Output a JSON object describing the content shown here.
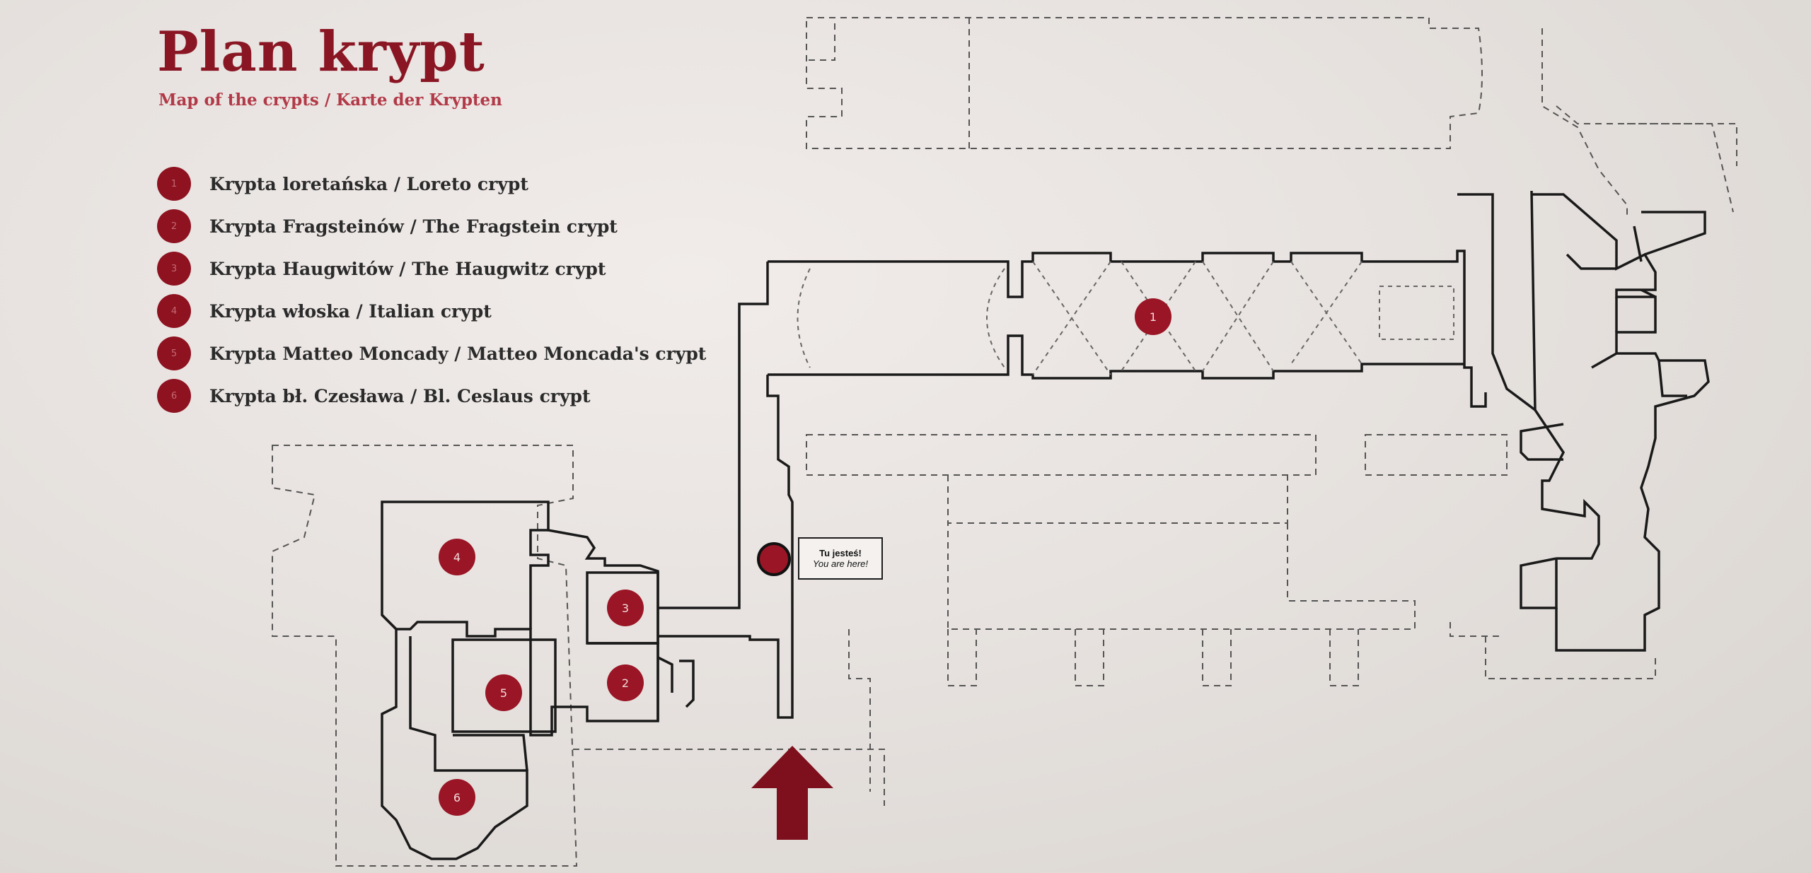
{
  "title": "Plan krypt",
  "subtitle": "Map of the crypts / Karte der Krypten",
  "legend": [
    {
      "num": "1",
      "label": "Krypta loretańska / Loreto crypt"
    },
    {
      "num": "2",
      "label": "Krypta Fragsteinów / The Fragstein crypt"
    },
    {
      "num": "3",
      "label": "Krypta Haugwitów / The Haugwitz crypt"
    },
    {
      "num": "4",
      "label": "Krypta włoska / Italian crypt"
    },
    {
      "num": "5",
      "label": "Krypta Matteo Moncady / Matteo Moncada's crypt"
    },
    {
      "num": "6",
      "label": "Krypta bł. Czesława / Bl. Ceslaus crypt"
    }
  ],
  "you_are_here": {
    "pl": "Tu jesteś!",
    "en": "You are here!"
  },
  "markers": [
    "1",
    "2",
    "3",
    "4",
    "5",
    "6"
  ],
  "colors": {
    "accent": "#8e1220",
    "title": "#8a1624",
    "line": "#1a1a1a"
  },
  "icons": {
    "entrance": "arrow-up-icon",
    "here": "location-dot-icon"
  }
}
